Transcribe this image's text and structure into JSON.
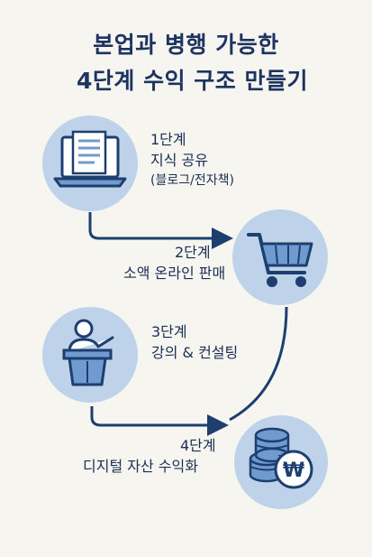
{
  "title": {
    "line1": "본업과 병행 가능한",
    "line2": "4단계 수익 구조 만들기"
  },
  "steps": [
    {
      "num": "1단계",
      "text": "지식 공유",
      "sub": "(블로그/전자책)",
      "icon": "laptop-document-icon"
    },
    {
      "num": "2단계",
      "text": "소액 온라인 판매",
      "icon": "shopping-cart-icon"
    },
    {
      "num": "3단계",
      "text": "강의 & 컨설팅",
      "icon": "lecturer-podium-icon"
    },
    {
      "num": "4단계",
      "text": "디지털 자산 수익화",
      "icon": "coins-won-icon",
      "currency_symbol": "₩"
    }
  ],
  "colors": {
    "background": "#f7f5f0",
    "title": "#1d3461",
    "circle": "#bed3e9",
    "icon_primary": "#1f3e70",
    "icon_fill": "#6f9bd0",
    "arrow": "#1f3e70"
  }
}
